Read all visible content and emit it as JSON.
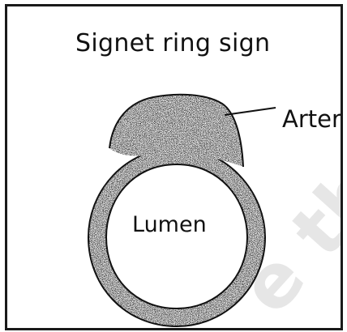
{
  "diagram": {
    "title": "Signet ring sign",
    "labels": {
      "artery": "Artery",
      "lumen": "Lumen"
    },
    "watermark": "e the",
    "colors": {
      "stroke": "#111111",
      "speckle_fill": "#8a8a8a",
      "watermark": "#e6e6e6",
      "frame": "#1a1a1a"
    }
  }
}
